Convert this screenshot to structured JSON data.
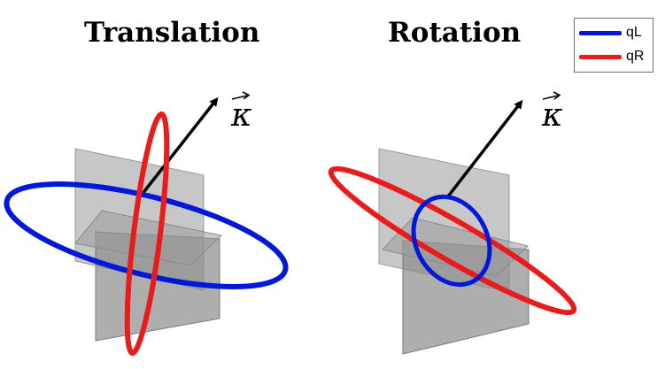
{
  "panels": [
    {
      "title": "Translation"
    },
    {
      "title": "Rotation"
    }
  ],
  "vector_label": "κ",
  "legend": {
    "items": [
      {
        "label": "qL",
        "color": "#0019d6"
      },
      {
        "label": "qR",
        "color": "#e81c1c"
      }
    ]
  },
  "colors": {
    "plane": "#a0a0a0",
    "arrow": "#000000"
  }
}
